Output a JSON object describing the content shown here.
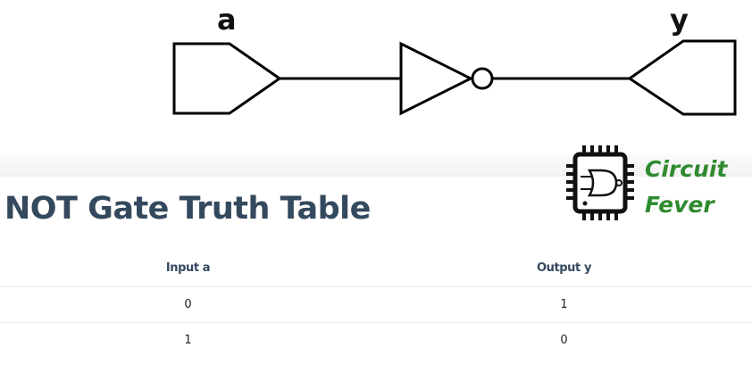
{
  "diagram": {
    "input_label": "a",
    "output_label": "y"
  },
  "logo": {
    "line1": "Circuit",
    "line2": "Fever",
    "icon": "ic-chip-gate-icon",
    "color": "#2f8a2f"
  },
  "title": "NOT Gate Truth Table",
  "table": {
    "headers": [
      "Input a",
      "Output y"
    ],
    "rows": [
      [
        "0",
        "1"
      ],
      [
        "1",
        "0"
      ]
    ]
  }
}
